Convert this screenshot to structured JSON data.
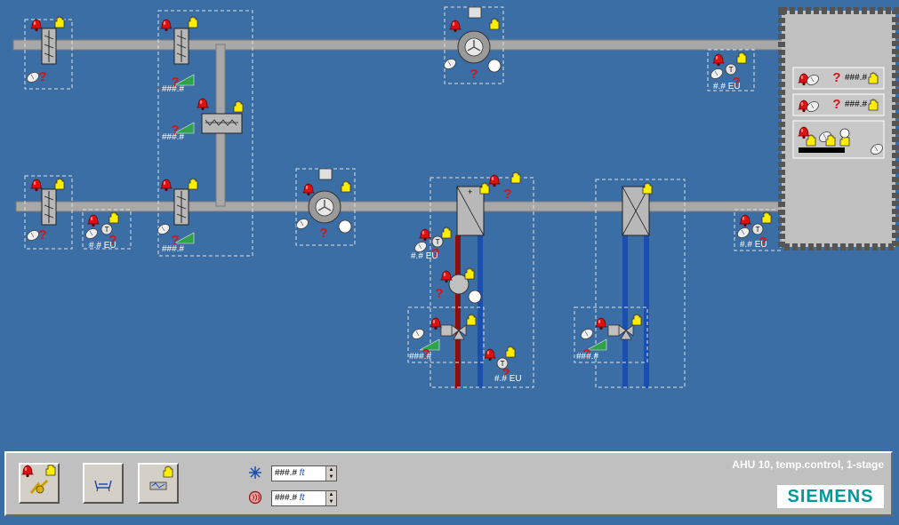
{
  "display": {
    "value_placeholder": "###.#",
    "value_placeholder_short": "#.#",
    "unit_eu": "EU",
    "unknown_mark": "?"
  },
  "labels": {
    "damper_upper_mid": "###.#",
    "damper_upper_mid2": "###.#",
    "damper_lower_mid": "###.#",
    "temp_outdoor": "#.#",
    "temp_supply_right": "#.#",
    "temp_upper_right": "#.#",
    "temp_heater": "#.#",
    "valve_heater": "###.#",
    "temp_return_water": "#.#",
    "valve_cooler": "###.#",
    "cabinet_row1": "###.#",
    "cabinet_row2": "###.#"
  },
  "bottom": {
    "title": "AHU 10, temp.control, 1-stage",
    "brand": "SIEMENS",
    "field1": "###.#",
    "field2": "###.#"
  },
  "colors": {
    "background": "#3b6ea5",
    "duct": "#a8a8a8",
    "alarm": "#dd1111",
    "hand": "#ffee00",
    "water_hot": "#8a1010",
    "water_cold": "#1a4fb0",
    "ramp": "#2fa24a"
  },
  "icons": {
    "alarm": "alarm-bell-icon",
    "hand": "manual-override-hand-icon",
    "mouse": "mouse-click-icon",
    "fan": "fan-icon",
    "damper": "damper-icon",
    "sensor": "temperature-sensor-icon",
    "valve": "three-way-valve-icon"
  }
}
